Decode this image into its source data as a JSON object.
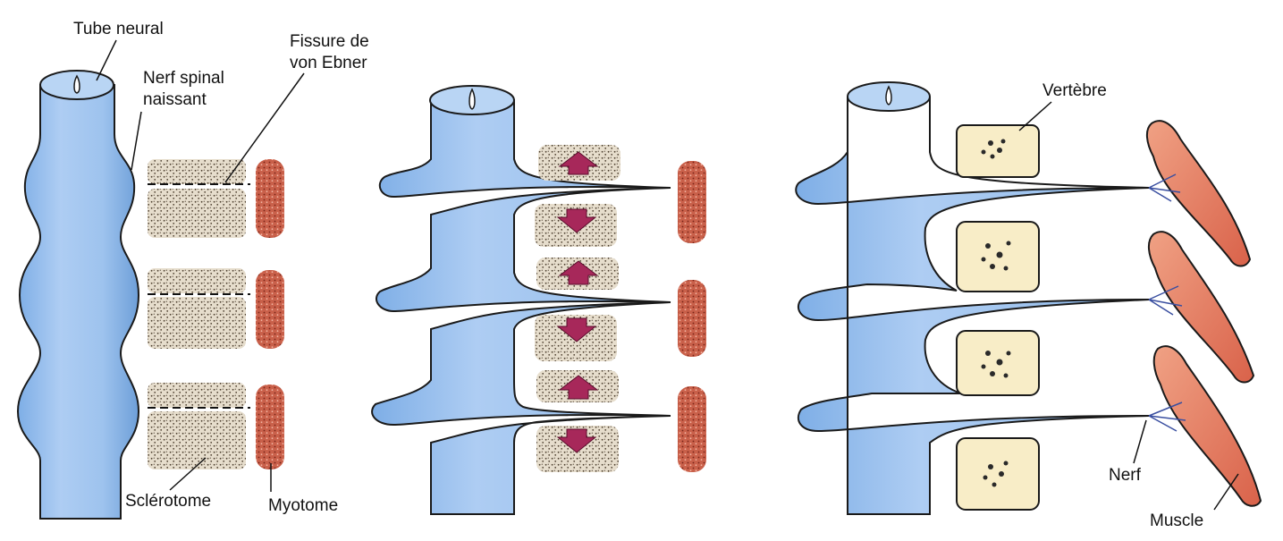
{
  "labels": {
    "tube_neural": "Tube neural",
    "nerf_spinal_line1": "Nerf spinal",
    "nerf_spinal_line2": "naissant",
    "fissure_line1": "Fissure de",
    "fissure_line2": "von Ebner",
    "sclerotome": "Sclérotome",
    "myotome": "Myotome",
    "vertebre": "Vertèbre",
    "nerf": "Nerf",
    "muscle": "Muscle"
  },
  "colors": {
    "neural_tube": "#9ec3ee",
    "neural_tube_dark": "#6e9fd8",
    "sclerotome": "#e5dccb",
    "sclerotome_dots": "#4a3c2c",
    "myotome": "#c9604a",
    "arrow": "#a7285a",
    "vertebra": "#f8edc7",
    "muscle": "#e88a6c",
    "outline": "#1a1a1a"
  },
  "panels": [
    "panel-1-neural-tube-segmentation",
    "panel-2-resegmentation",
    "panel-3-vertebrae-and-muscles"
  ]
}
